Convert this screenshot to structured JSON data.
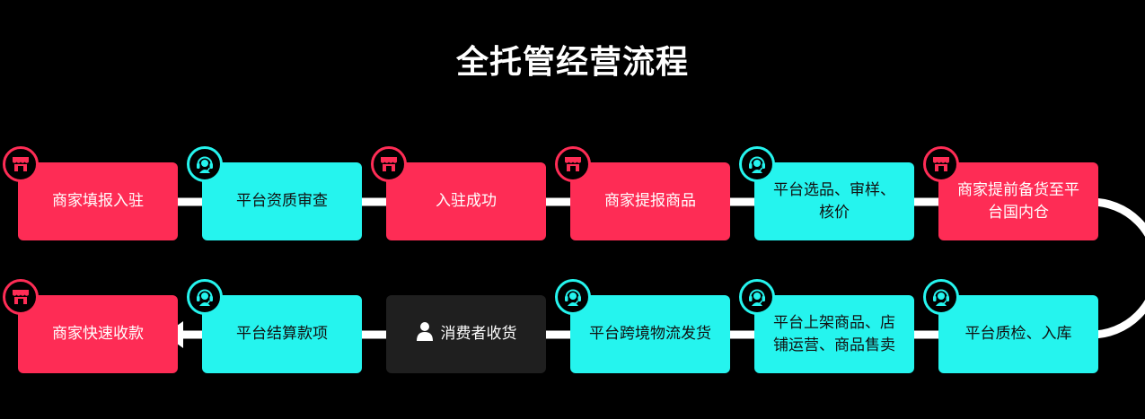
{
  "title": "全托管经营流程",
  "colors": {
    "red": "#fe2c55",
    "cyan": "#25f4ee",
    "dark": "#1f1f1f",
    "background": "#000000"
  },
  "steps": [
    {
      "label": "商家填报入驻",
      "role": "merchant",
      "icon": "store-icon"
    },
    {
      "label": "平台资质审查",
      "role": "platform",
      "icon": "headset-icon"
    },
    {
      "label": "入驻成功",
      "role": "merchant",
      "icon": "store-icon"
    },
    {
      "label": "商家提报商品",
      "role": "merchant",
      "icon": "store-icon"
    },
    {
      "label": "平台选品、审样、核价",
      "role": "platform",
      "icon": "headset-icon"
    },
    {
      "label": "商家提前备货至平台国内仓",
      "role": "merchant",
      "icon": "store-icon"
    },
    {
      "label": "平台质检、入库",
      "role": "platform",
      "icon": "headset-icon"
    },
    {
      "label": "平台上架商品、店铺运营、商品售卖",
      "role": "platform",
      "icon": "headset-icon"
    },
    {
      "label": "平台跨境物流发货",
      "role": "platform",
      "icon": "headset-icon"
    },
    {
      "label": "消费者收货",
      "role": "consumer",
      "icon": "person-icon"
    },
    {
      "label": "平台结算款项",
      "role": "platform",
      "icon": "headset-icon"
    },
    {
      "label": "商家快速收款",
      "role": "merchant",
      "icon": "store-icon"
    }
  ]
}
